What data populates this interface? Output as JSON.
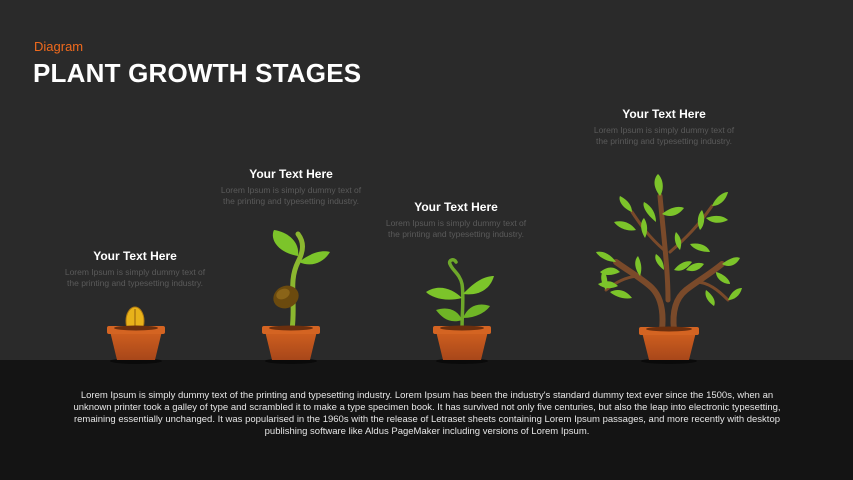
{
  "header": {
    "eyebrow": "Diagram",
    "title": "PLANT GROWTH STAGES"
  },
  "stages": [
    {
      "heading": "Your Text Here",
      "description": "Lorem Ipsum is simply dummy text of the printing and typesetting industry."
    },
    {
      "heading": "Your Text Here",
      "description": "Lorem Ipsum is simply dummy text of the printing and typesetting industry."
    },
    {
      "heading": "Your Text Here",
      "description": "Lorem Ipsum is simply dummy text of the printing and typesetting industry."
    },
    {
      "heading": "Your Text Here",
      "description": "Lorem Ipsum is simply dummy text of the printing and typesetting industry."
    }
  ],
  "footer": {
    "text": "Lorem Ipsum is simply dummy text of the printing and typesetting industry. Lorem Ipsum has been the industry's standard dummy text ever since the 1500s, when an unknown printer took a galley of type and scrambled it to make a type specimen book. It has survived not only five centuries, but also the leap into electronic typesetting, remaining essentially unchanged. It was popularised in the 1960s with the release of Letraset sheets containing Lorem Ipsum passages, and more recently with desktop publishing software like Aldus PageMaker including versions of Lorem Ipsum."
  },
  "colors": {
    "accent": "#f06a1d",
    "background": "#2a2a2a",
    "floor": "#141414",
    "pot": "#c4571d",
    "leaf": "#7cc42a",
    "trunk": "#7a4a2a"
  }
}
